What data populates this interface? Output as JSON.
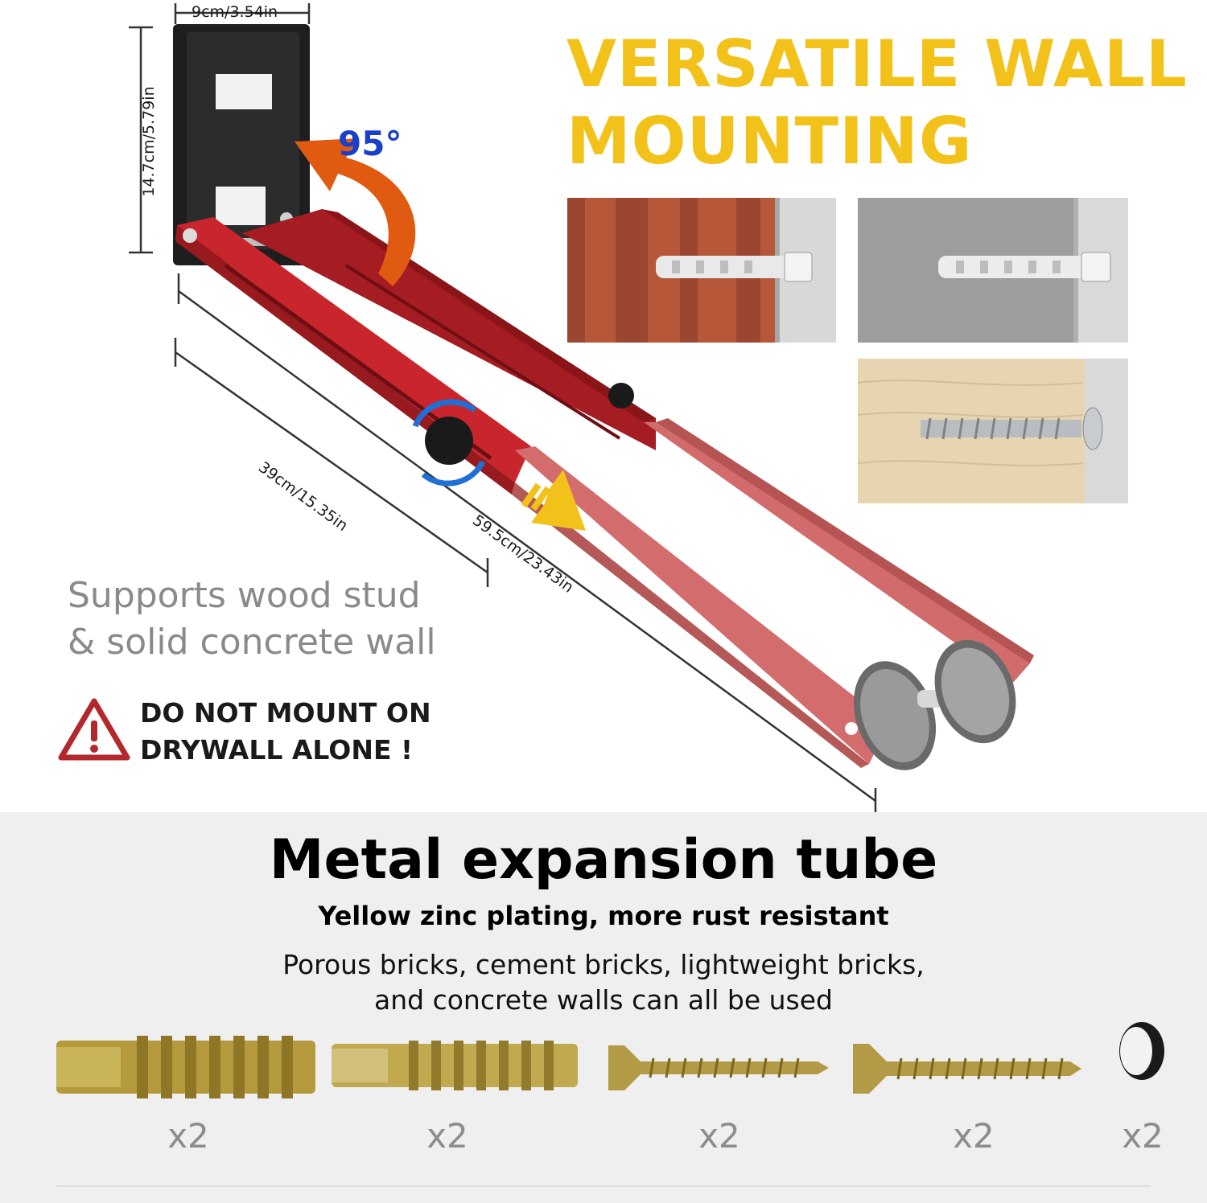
{
  "dimensions": {
    "bracket_width": "9cm/3.54in",
    "bracket_height": "14.7cm/5.79in",
    "fold_angle": "95°",
    "arm_retracted": "39cm/15.35in",
    "arm_extended": "59.5cm/23.43in"
  },
  "headline": {
    "line1": "VERSATILE WALL",
    "line2": "MOUNTING"
  },
  "wall_types": [
    "brick-wall",
    "concrete-wall",
    "wood-stud"
  ],
  "support_note": {
    "line1": "Supports wood stud",
    "line2": "& solid concrete wall"
  },
  "warning": {
    "line1": "DO NOT MOUNT ON",
    "line2": "DRYWALL ALONE !"
  },
  "hardware": {
    "title": "Metal expansion tube",
    "subtitle": "Yellow zinc plating, more rust resistant",
    "desc_line1": "Porous bricks, cement bricks, lightweight bricks,",
    "desc_line2": "and concrete walls can all be used",
    "items": [
      {
        "icon": "large-expansion-tube-icon",
        "qty": "x2"
      },
      {
        "icon": "small-expansion-tube-icon",
        "qty": "x2"
      },
      {
        "icon": "short-screw-icon",
        "qty": "x2"
      },
      {
        "icon": "long-screw-icon",
        "qty": "x2"
      },
      {
        "icon": "rubber-pad-icon",
        "qty": "x2"
      }
    ]
  },
  "colors": {
    "accent_yellow": "#f2c21a",
    "arm_red": "#c8262c",
    "arm_red_extended": "#d06a6a",
    "arrow_orange": "#e05a12",
    "angle_blue": "#1a3fc8",
    "warning_red": "#b3282c"
  }
}
